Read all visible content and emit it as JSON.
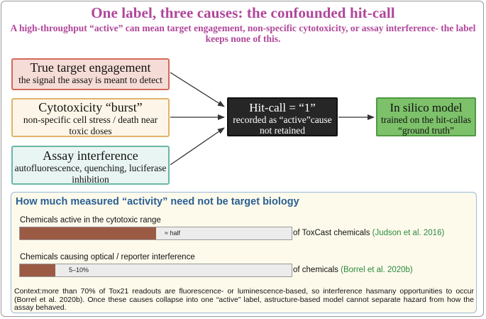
{
  "title": "One label, three causes: the confounded hit-call",
  "subtitle": "A high-throughput “active” can mean target engagement, non-specific cytotoxicity, or assay interference- the label keeps none of this.",
  "causes": [
    {
      "heading": "True target engagement",
      "detail": "the signal the assay is meant to detect"
    },
    {
      "heading": "Cytotoxicity “burst”",
      "detail": "non-specific cell stress / death near toxic doses"
    },
    {
      "heading": "Assay interference",
      "detail": "autofluorescence, quenching, luciferase inhibition"
    }
  ],
  "hitcall": {
    "heading": "Hit-call = “1”",
    "detail": "recorded as “active”cause not retained"
  },
  "model": {
    "heading": "In silico model",
    "detail": "trained on the hit-callas “ground truth”"
  },
  "colors": {
    "title": "#b0479a",
    "target_fill": "#f6dcd6",
    "target_border": "#d36a5a",
    "cytotox_fill": "#fdf6e8",
    "cytotox_border": "#e0b36a",
    "interference_fill": "#e9f5f2",
    "interference_border": "#6bb6a6",
    "hitcall_fill": "#262626",
    "model_fill": "#7dc16a",
    "panel_title": "#2a5f93",
    "bar_fill": "#9b5a44",
    "citation": "#2d8a3c"
  },
  "panel": {
    "title": "How much measured “activity” need not be target biology",
    "stats": [
      {
        "label": "Chemicals active in the cytotoxic range",
        "bar_text": "≈ half",
        "fill_fraction": 0.5,
        "suffix": "of ToxCast chemicals",
        "citation": "(Judson et al. 2016)"
      },
      {
        "label": "Chemicals causing optical / reporter interference",
        "bar_text": "5–10%",
        "fill_fraction": 0.13,
        "suffix": "of chemicals",
        "citation": "(Borrel et al. 2020b)"
      }
    ],
    "context": "Context:more than 70% of Tox21 readouts are fluorescence- or luminescence-based, so interference hasmany opportunities to occur (Borrel et al. 2020b). Once these causes collapse into one “active” label, astructure-based model cannot separate hazard from how the assay behaved."
  }
}
